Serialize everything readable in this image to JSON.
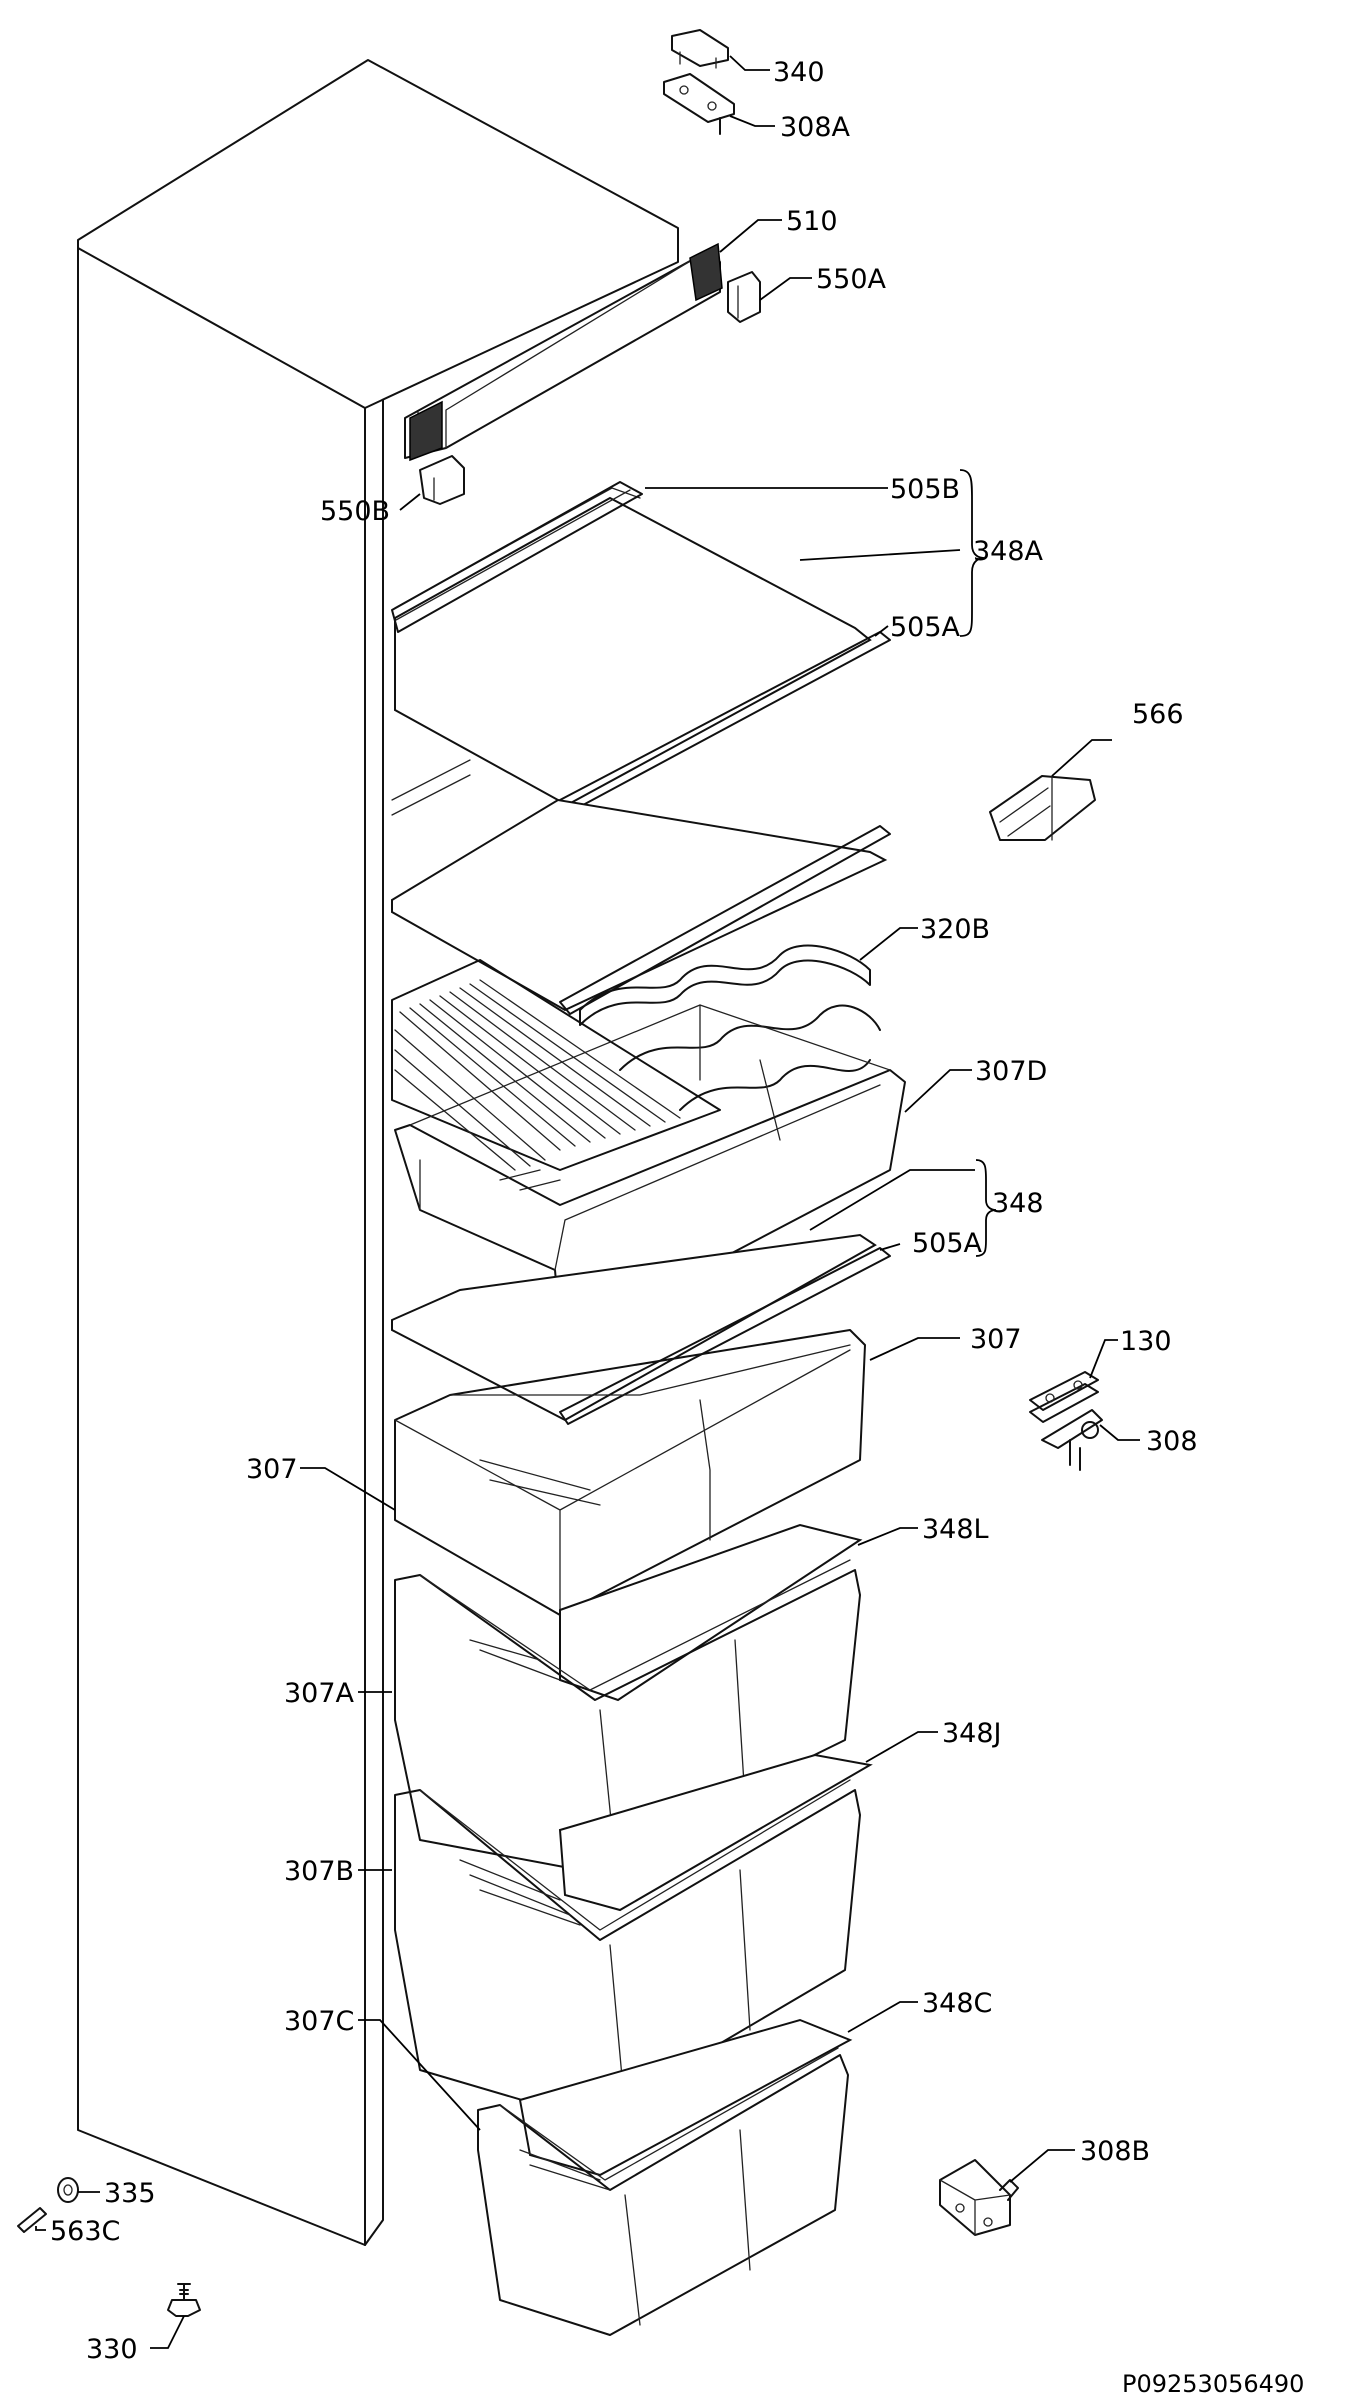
{
  "labels": {
    "l340": "340",
    "l308A": "308A",
    "l510": "510",
    "l550A": "550A",
    "l550B": "550B",
    "l505B": "505B",
    "l348A": "348A",
    "l505A_top": "505A",
    "l566": "566",
    "l320B": "320B",
    "l307D": "307D",
    "l348": "348",
    "l505A_mid": "505A",
    "l307_right": "307",
    "l130": "130",
    "l308": "308",
    "l307_left": "307",
    "l348L": "348L",
    "l307A": "307A",
    "l348J": "348J",
    "l307B": "307B",
    "l348C": "348C",
    "l307C": "307C",
    "l308B": "308B",
    "l335": "335",
    "l563C": "563C",
    "l330": "330"
  },
  "reference_code": "P09253056490"
}
